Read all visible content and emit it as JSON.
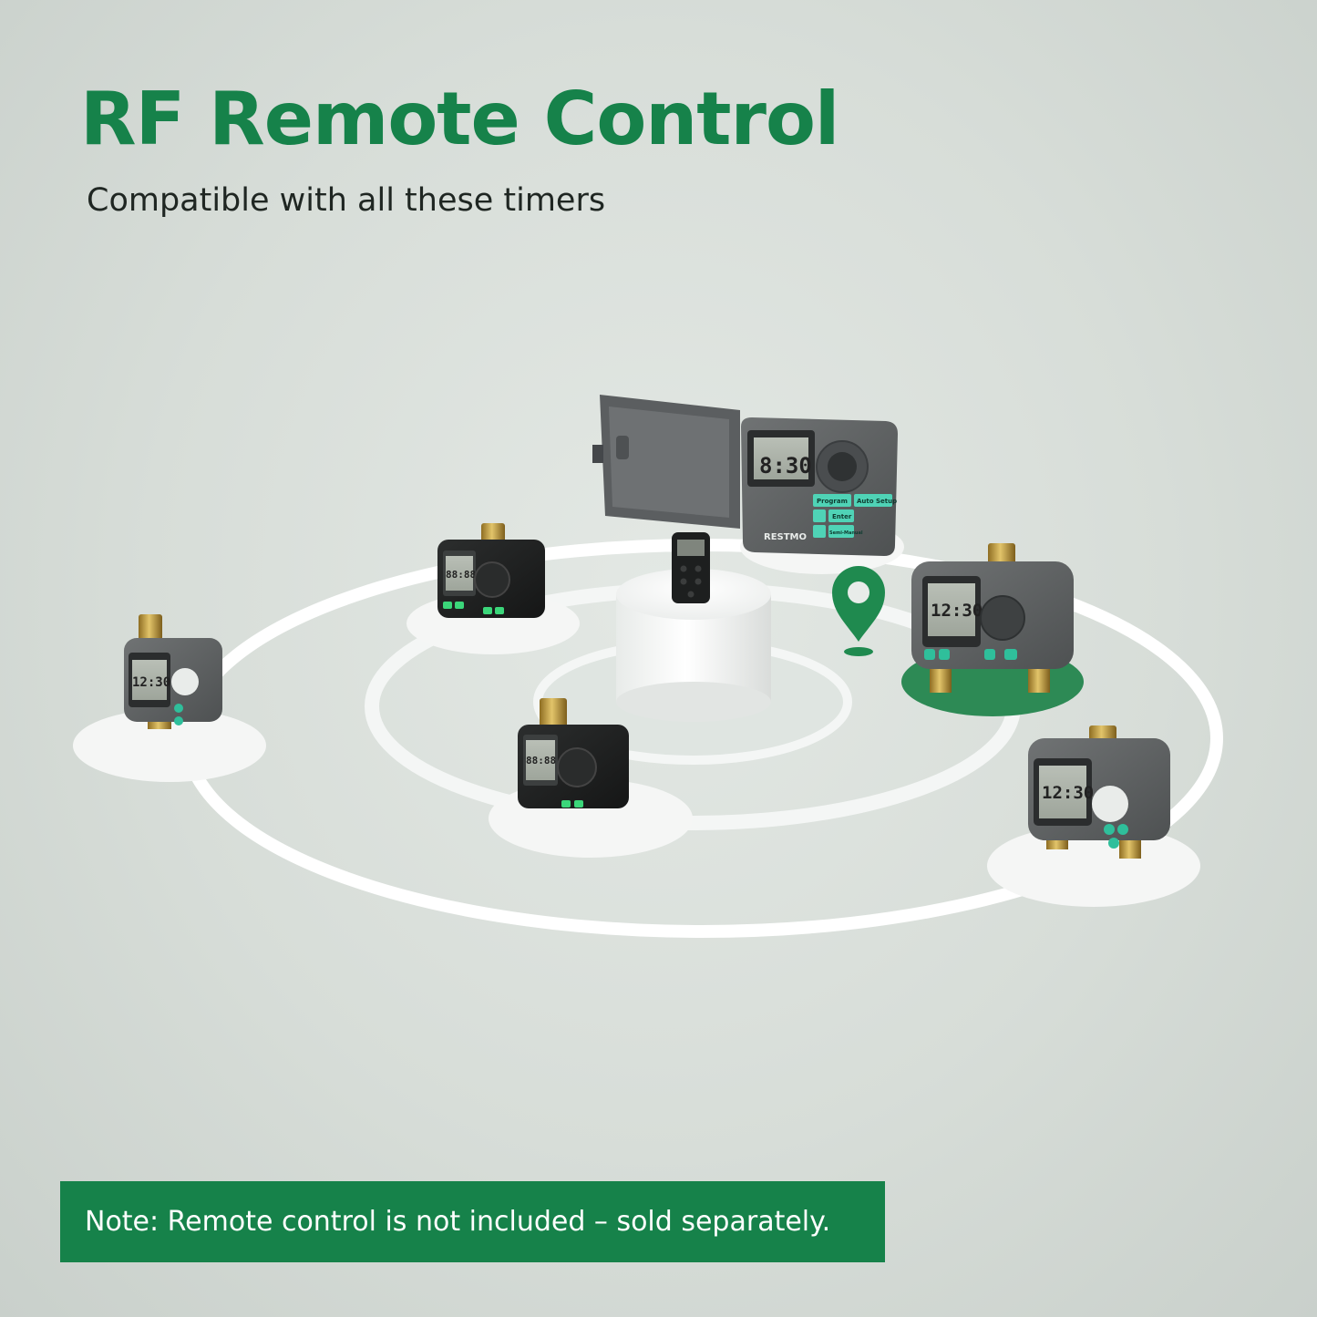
{
  "header": {
    "title": "RF Remote Control",
    "subtitle": "Compatible with all these timers"
  },
  "note": {
    "text": "Note: Remote control is not included – sold separately."
  },
  "devices": {
    "controller": {
      "brand": "RESTMO",
      "lcd_time": "8:30",
      "buttons": [
        "Program",
        "Auto Setup",
        "Enter",
        "Semi-Manual"
      ]
    },
    "timer_left": {
      "lcd_time": "12:30"
    },
    "timer_top_left": {
      "lcd_time": "88:88"
    },
    "timer_center": {
      "lcd_time": "88:88"
    },
    "timer_right_large": {
      "lcd_time": "12:30"
    },
    "timer_right_bottom": {
      "lcd_time": "12:30"
    }
  },
  "colors": {
    "brand_green": "#16824a",
    "pin_green": "#1f8a4f",
    "device_gray": "#5f6263",
    "device_black": "#1f2121",
    "brass": "#b8943a"
  },
  "icons": [
    "wireless-signal-icon",
    "location-pin-icon"
  ]
}
